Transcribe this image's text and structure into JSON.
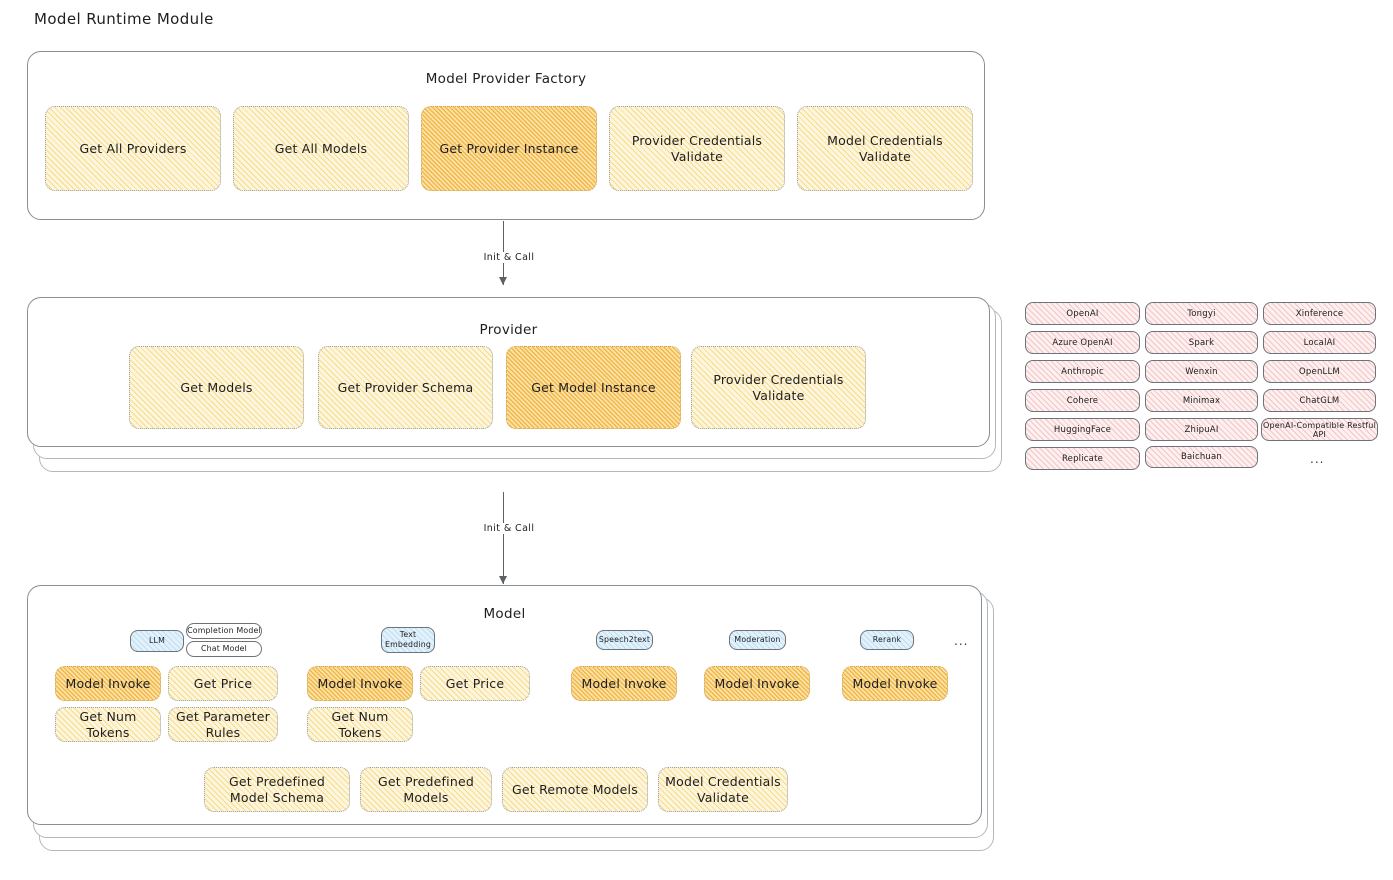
{
  "page": {
    "title": "Model Runtime Module"
  },
  "factory": {
    "title": "Model Provider Factory",
    "nodes": [
      {
        "label": "Get All Providers",
        "highlight": false
      },
      {
        "label": "Get All Models",
        "highlight": false
      },
      {
        "label": "Get Provider Instance",
        "highlight": true
      },
      {
        "label": "Provider Credentials Validate",
        "highlight": false
      },
      {
        "label": "Model Credentials Validate",
        "highlight": false
      }
    ]
  },
  "arrows": [
    {
      "label": "Init & Call"
    },
    {
      "label": "Init & Call"
    }
  ],
  "provider": {
    "title": "Provider",
    "nodes": [
      {
        "label": "Get Models",
        "highlight": false
      },
      {
        "label": "Get Provider Schema",
        "highlight": false
      },
      {
        "label": "Get Model Instance",
        "highlight": true
      },
      {
        "label": "Provider Credentials Validate",
        "highlight": false
      }
    ]
  },
  "provider_list": {
    "columns": [
      {
        "items": [
          "OpenAI",
          "Azure OpenAI",
          "Anthropic",
          "Cohere",
          "HuggingFace",
          "Replicate"
        ]
      },
      {
        "items": [
          "Tongyi",
          "Spark",
          "Wenxin",
          "Minimax",
          "ZhipuAI",
          "Baichuan"
        ]
      },
      {
        "items": [
          "Xinference",
          "LocalAI",
          "OpenLLM",
          "ChatGLM",
          "OpenAI-Compatible Restful API"
        ]
      }
    ],
    "more": "..."
  },
  "model": {
    "title": "Model",
    "more": "...",
    "groups": [
      {
        "badge": "LLM",
        "sub_badges": [
          "Completion Model",
          "Chat Model"
        ],
        "nodes": [
          {
            "label": "Model Invoke",
            "highlight": true
          },
          {
            "label": "Get Price",
            "highlight": false
          },
          {
            "label": "Get Num Tokens",
            "highlight": false
          },
          {
            "label": "Get Parameter Rules",
            "highlight": false
          }
        ]
      },
      {
        "badge": "Text Embedding",
        "sub_badges": [],
        "nodes": [
          {
            "label": "Model Invoke",
            "highlight": true
          },
          {
            "label": "Get Price",
            "highlight": false
          },
          {
            "label": "Get Num Tokens",
            "highlight": false
          }
        ]
      },
      {
        "badge": "Speech2text",
        "sub_badges": [],
        "nodes": [
          {
            "label": "Model Invoke",
            "highlight": true
          }
        ]
      },
      {
        "badge": "Moderation",
        "sub_badges": [],
        "nodes": [
          {
            "label": "Model Invoke",
            "highlight": true
          }
        ]
      },
      {
        "badge": "Rerank",
        "sub_badges": [],
        "nodes": [
          {
            "label": "Model Invoke",
            "highlight": true
          }
        ]
      }
    ],
    "common_nodes": [
      {
        "label": "Get Predefined Model Schema"
      },
      {
        "label": "Get Predefined Models"
      },
      {
        "label": "Get Remote Models"
      },
      {
        "label": "Model Credentials Validate"
      }
    ]
  },
  "colors": {
    "node_fill": "#fdf6df",
    "node_highlight_fill": "#fbe2ab",
    "chip_fill": "#fdf0f0",
    "badge_fill": "#e3f1fb",
    "stroke": "#868e96",
    "text": "#1e1e1e"
  }
}
